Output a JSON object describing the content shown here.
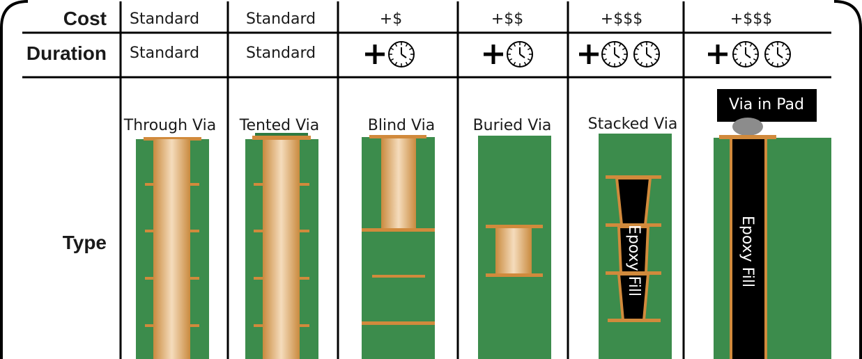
{
  "rows": {
    "cost": {
      "label": "Cost",
      "values": [
        "Standard",
        "Standard",
        "+$",
        "+$$",
        "+$$$",
        "+$$$"
      ]
    },
    "duration": {
      "label": "Duration",
      "values": [
        "Standard",
        "Standard",
        "",
        "",
        "",
        ""
      ],
      "clock_counts": [
        0,
        0,
        1,
        1,
        2,
        2
      ]
    },
    "type": {
      "label": "Type",
      "vias": [
        "Through Via",
        "Tented Via",
        "Blind Via",
        "Buried Via",
        "Stacked Via",
        "Via in Pad"
      ]
    }
  },
  "fill_labels": {
    "stacked": "Epoxy Fill",
    "pad": "Epoxy Fill"
  },
  "colors": {
    "board": "#3c8c4c",
    "copper": "#d18a3c",
    "copper_light": "#f2d2aa",
    "fill": "#000000",
    "cap": "#8c8c8c",
    "tent": "#2f7a40",
    "lines": "#000000"
  },
  "icons": {
    "plus": "plus-icon",
    "clock": "clock-icon"
  }
}
